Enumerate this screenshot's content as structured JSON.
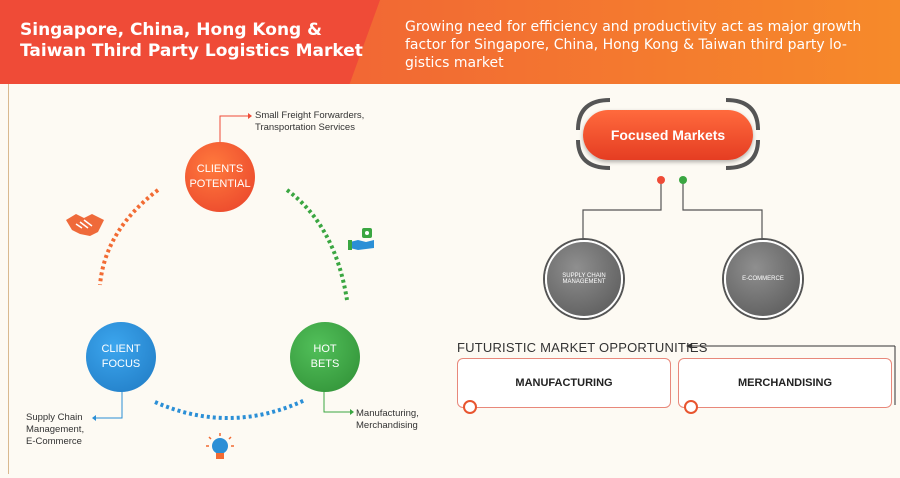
{
  "header": {
    "title": "Singapore, China, Hong Kong & Taiwan Third Party Logistics Market",
    "description": "Growing need for efficiency and productivity act as major growth factor for Singapore, China, Hong Kong & Taiwan third party lo-gistics market"
  },
  "cycle": {
    "clients_potential": {
      "line1": "CLIENTS",
      "line2": "POTENTIAL",
      "note_line1": "Small Freight Forwarders,",
      "note_line2": "Transportation Services"
    },
    "client_focus": {
      "line1": "CLIENT",
      "line2": "FOCUS",
      "note_line1": "Supply Chain",
      "note_line2": "Management,",
      "note_line3": "E-Commerce"
    },
    "hot_bets": {
      "line1": "HOT",
      "line2": "BETS",
      "note_line1": "Manufacturing,",
      "note_line2": "Merchandising"
    }
  },
  "focused": {
    "title": "Focused Markets",
    "left": "SUPPLY CHAIN MANAGEMENT",
    "right": "E-COMMERCE"
  },
  "opportunities": {
    "title": "FUTURISTIC MARKET OPPORTUNITIES",
    "items": [
      "MANUFACTURING",
      "MERCHANDISING"
    ]
  },
  "colors": {
    "orange": "#f26b33",
    "red": "#ef4b37",
    "blue": "#2b8fd6",
    "green": "#3aa641",
    "gray": "#666666"
  }
}
